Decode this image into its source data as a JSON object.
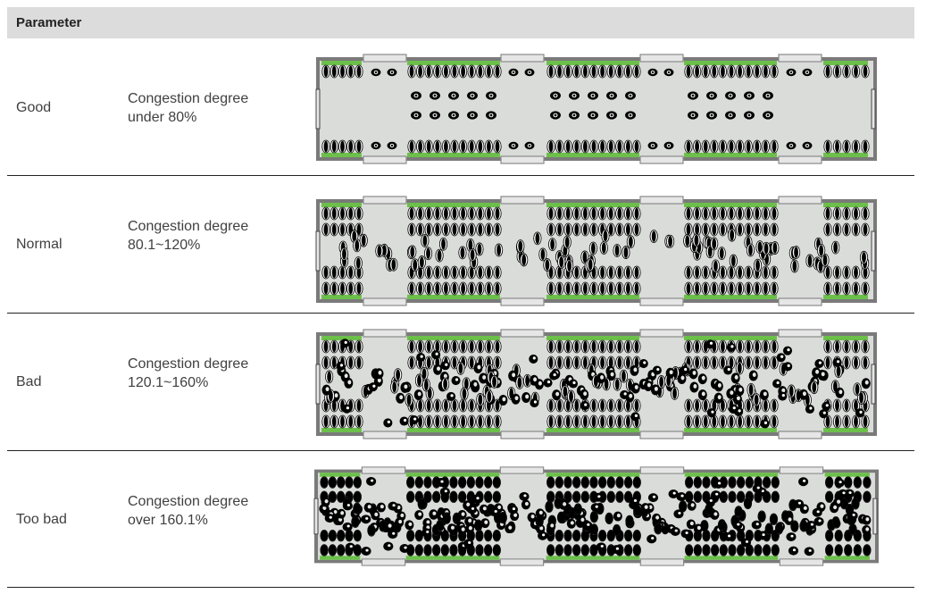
{
  "header": {
    "label": "Parameter"
  },
  "rows": [
    {
      "level": "Good",
      "desc_line1": "Congestion degree",
      "desc_line2": "under 80%",
      "density": 0.0
    },
    {
      "level": "Normal",
      "desc_line1": "Congestion degree",
      "desc_line2": "80.1~120%",
      "density": 0.35
    },
    {
      "level": "Bad",
      "desc_line1": "Congestion degree",
      "desc_line2": "120.1~160%",
      "density": 0.7
    },
    {
      "level": "Too bad",
      "desc_line1": "Congestion degree",
      "desc_line2": "over 160.1%",
      "density": 1.0
    }
  ],
  "colors": {
    "header_bg": "#dcdcdc",
    "car_border": "#7a7a7a",
    "car_floor": "#d9dcd9",
    "seat_green": "#6cc04a",
    "passenger": "#000000",
    "divider": "#222222"
  }
}
